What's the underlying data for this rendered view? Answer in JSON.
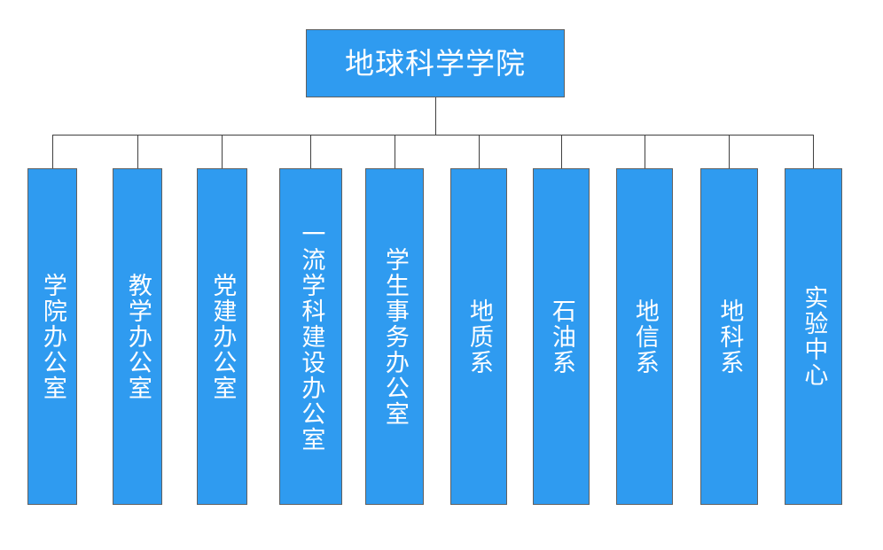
{
  "chart_data": {
    "type": "diagram",
    "diagram_type": "organizational-chart",
    "title": "地球科学学院",
    "orientation": "top-down",
    "levels": 2,
    "node_count": 11,
    "root": {
      "label": "地球科学学院",
      "text_direction": "horizontal"
    },
    "children": [
      {
        "label": "学院办公室",
        "text_direction": "vertical",
        "category": "office"
      },
      {
        "label": "教学办公室",
        "text_direction": "vertical",
        "category": "office"
      },
      {
        "label": "党建办公室",
        "text_direction": "vertical",
        "category": "office"
      },
      {
        "label": "一流学科建设办公室",
        "text_direction": "vertical",
        "category": "office"
      },
      {
        "label": "学生事务办公室",
        "text_direction": "vertical",
        "category": "office"
      },
      {
        "label": "地质系",
        "text_direction": "vertical",
        "category": "department"
      },
      {
        "label": "石油系",
        "text_direction": "vertical",
        "category": "department"
      },
      {
        "label": "地信系",
        "text_direction": "vertical",
        "category": "department"
      },
      {
        "label": "地科系",
        "text_direction": "vertical",
        "category": "department"
      },
      {
        "label": "实验中心",
        "text_direction": "vertical",
        "category": "center"
      }
    ],
    "colors": {
      "node_fill": "#2f9bf0",
      "node_border": "#606060",
      "node_text": "#ffffff",
      "connector": "#404040",
      "background": "#ffffff"
    }
  }
}
